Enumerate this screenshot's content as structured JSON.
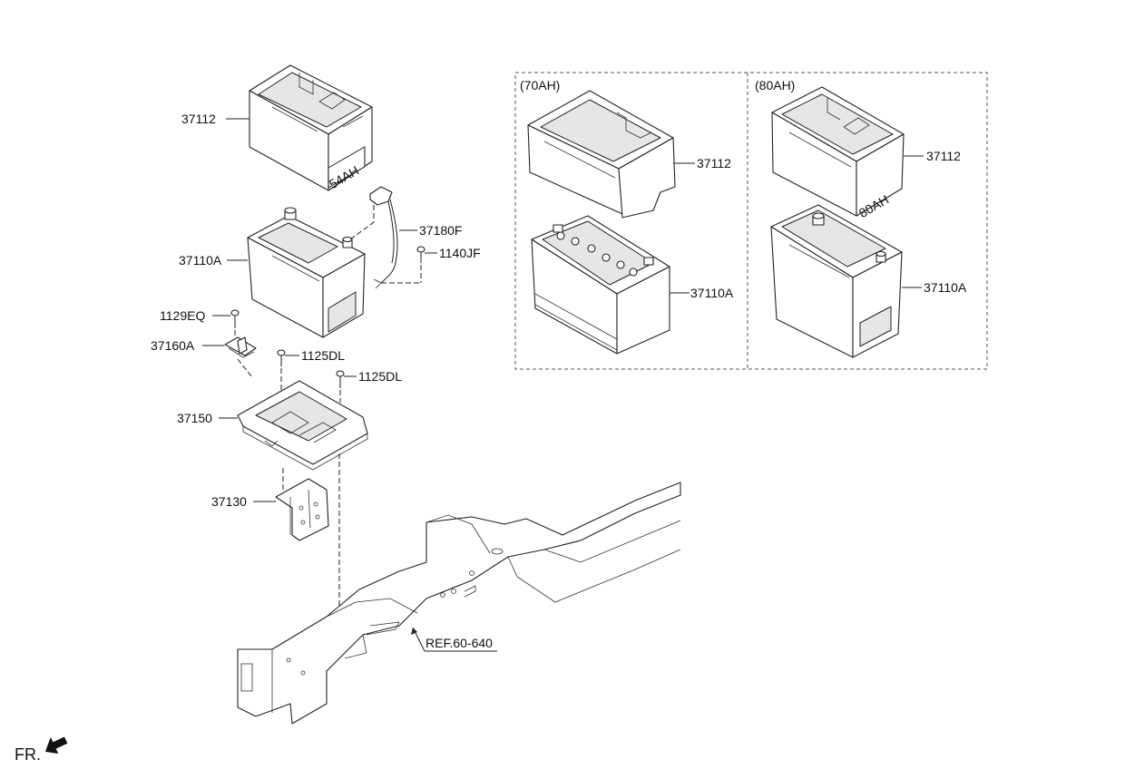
{
  "labels": {
    "cover_main": "37112",
    "battery_main": "37110A",
    "cable": "37180F",
    "cable_bolt": "1140JF",
    "clamp_bolt": "1129EQ",
    "clamp": "37160A",
    "tray_bolt_1": "1125DL",
    "tray_bolt_2": "1125DL",
    "tray": "37150",
    "bracket": "37130",
    "ref": "REF.60-640",
    "panel_70_title": "(70AH)",
    "panel_70_cover": "37112",
    "panel_70_battery": "37110A",
    "panel_80_title": "(80AH)",
    "panel_80_cover": "37112",
    "panel_80_battery": "37110A",
    "front": "FR."
  },
  "cover_tag_main": "54AH",
  "cover_tag_80": "80AH"
}
